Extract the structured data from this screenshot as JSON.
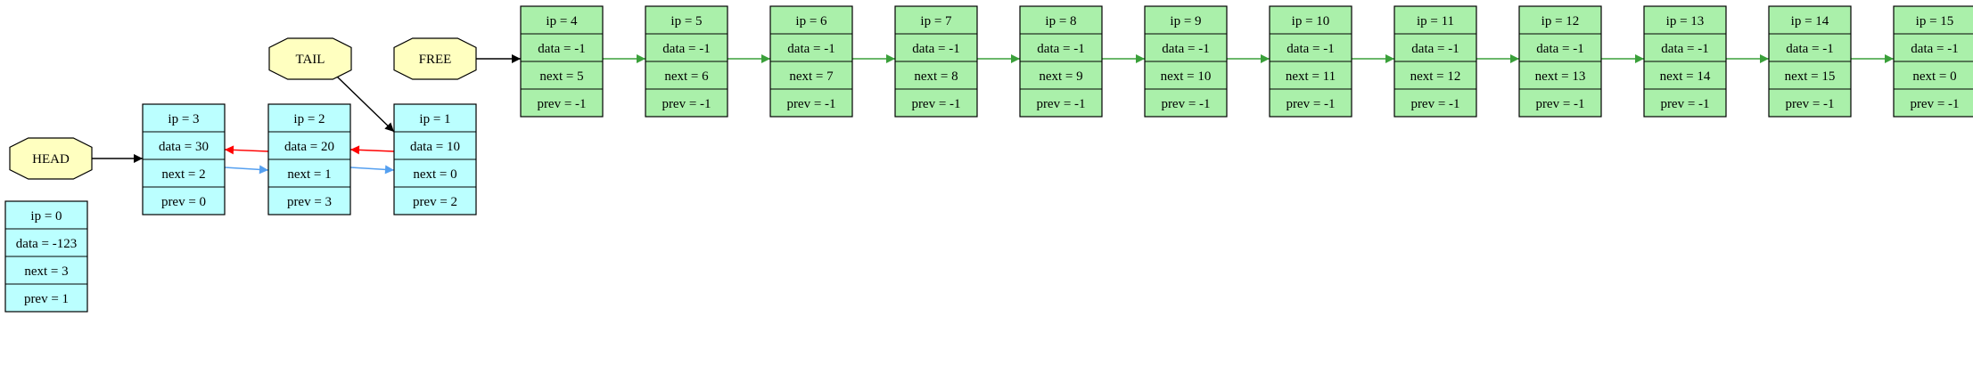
{
  "pointers": [
    {
      "label": "HEAD"
    },
    {
      "label": "TAIL"
    },
    {
      "label": "FREE"
    }
  ],
  "nodes": [
    {
      "fields": [
        "ip = 0",
        "data = -123",
        "next = 3",
        "prev = 1"
      ],
      "kind": "used"
    },
    {
      "fields": [
        "ip = 1",
        "data = 10",
        "next = 0",
        "prev = 2"
      ],
      "kind": "used"
    },
    {
      "fields": [
        "ip = 2",
        "data = 20",
        "next = 1",
        "prev = 3"
      ],
      "kind": "used"
    },
    {
      "fields": [
        "ip = 3",
        "data = 30",
        "next = 2",
        "prev = 0"
      ],
      "kind": "used"
    },
    {
      "fields": [
        "ip = 4",
        "data = -1",
        "next = 5",
        "prev = -1"
      ],
      "kind": "free"
    },
    {
      "fields": [
        "ip = 5",
        "data = -1",
        "next = 6",
        "prev = -1"
      ],
      "kind": "free"
    },
    {
      "fields": [
        "ip = 6",
        "data = -1",
        "next = 7",
        "prev = -1"
      ],
      "kind": "free"
    },
    {
      "fields": [
        "ip = 7",
        "data = -1",
        "next = 8",
        "prev = -1"
      ],
      "kind": "free"
    },
    {
      "fields": [
        "ip = 8",
        "data = -1",
        "next = 9",
        "prev = -1"
      ],
      "kind": "free"
    },
    {
      "fields": [
        "ip = 9",
        "data = -1",
        "next = 10",
        "prev = -1"
      ],
      "kind": "free"
    },
    {
      "fields": [
        "ip = 10",
        "data = -1",
        "next = 11",
        "prev = -1"
      ],
      "kind": "free"
    },
    {
      "fields": [
        "ip = 11",
        "data = -1",
        "next = 12",
        "prev = -1"
      ],
      "kind": "free"
    },
    {
      "fields": [
        "ip = 12",
        "data = -1",
        "next = 13",
        "prev = -1"
      ],
      "kind": "free"
    },
    {
      "fields": [
        "ip = 13",
        "data = -1",
        "next = 14",
        "prev = -1"
      ],
      "kind": "free"
    },
    {
      "fields": [
        "ip = 14",
        "data = -1",
        "next = 15",
        "prev = -1"
      ],
      "kind": "free"
    },
    {
      "fields": [
        "ip = 15",
        "data = -1",
        "next = 0",
        "prev = -1"
      ],
      "kind": "free"
    }
  ],
  "edges": [
    {
      "from": "HEAD",
      "to": 3,
      "kind": "pointer"
    },
    {
      "from": "TAIL",
      "to": 1,
      "kind": "pointer"
    },
    {
      "from": "FREE",
      "to": 4,
      "kind": "pointer"
    },
    {
      "from": 3,
      "to": 2,
      "kind": "next"
    },
    {
      "from": 2,
      "to": 1,
      "kind": "next"
    },
    {
      "from": 2,
      "to": 3,
      "kind": "prev"
    },
    {
      "from": 1,
      "to": 2,
      "kind": "prev"
    },
    {
      "from": 4,
      "to": 5,
      "kind": "free"
    },
    {
      "from": 5,
      "to": 6,
      "kind": "free"
    },
    {
      "from": 6,
      "to": 7,
      "kind": "free"
    },
    {
      "from": 7,
      "to": 8,
      "kind": "free"
    },
    {
      "from": 8,
      "to": 9,
      "kind": "free"
    },
    {
      "from": 9,
      "to": 10,
      "kind": "free"
    },
    {
      "from": 10,
      "to": 11,
      "kind": "free"
    },
    {
      "from": 11,
      "to": 12,
      "kind": "free"
    },
    {
      "from": 12,
      "to": 13,
      "kind": "free"
    },
    {
      "from": 13,
      "to": 14,
      "kind": "free"
    },
    {
      "from": 14,
      "to": 15,
      "kind": "free"
    }
  ],
  "colors": {
    "used_fill": "#bbffff",
    "free_fill": "#aaf0aa",
    "pointer_fill": "#ffffc0",
    "outline": "#000000",
    "next_edge": "#55a0f0",
    "prev_edge": "#ff0000",
    "free_edge": "#3aa03a",
    "pointer_edge": "#000000"
  }
}
